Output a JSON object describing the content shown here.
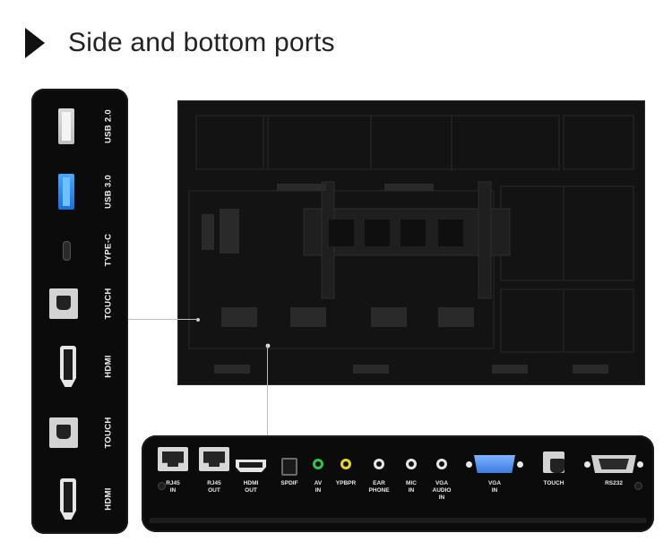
{
  "heading": {
    "title": "Side and bottom ports"
  },
  "side_ports": [
    {
      "label": "USB 2.0",
      "icon": "usb-2-icon"
    },
    {
      "label": "USB 3.0",
      "icon": "usb-3-icon"
    },
    {
      "label": "TYPE-C",
      "icon": "type-c-icon"
    },
    {
      "label": "TOUCH",
      "icon": "usb-b-icon"
    },
    {
      "label": "HDMI",
      "icon": "hdmi-icon"
    },
    {
      "label": "TOUCH",
      "icon": "usb-b-icon"
    },
    {
      "label": "HDMI",
      "icon": "hdmi-icon"
    }
  ],
  "bottom_ports": [
    {
      "label": "RJ45 IN",
      "icon": "rj45-icon"
    },
    {
      "label": "RJ45 OUT",
      "icon": "rj45-icon"
    },
    {
      "label": "HDMI\nOUT",
      "icon": "hdmi-icon"
    },
    {
      "label": "SPDIF",
      "icon": "optical-icon"
    },
    {
      "label": "AV\nIN",
      "icon": "green-jack-icon"
    },
    {
      "label": "YPBPR",
      "icon": "yellow-jack-icon"
    },
    {
      "label": "EAR\nPHONE",
      "icon": "white-jack-icon"
    },
    {
      "label": "MIC\nIN",
      "icon": "white-jack-icon"
    },
    {
      "label": "VGA\nAUDIO IN",
      "icon": "white-jack-icon"
    },
    {
      "label": "VGA\nIN",
      "icon": "vga-icon"
    },
    {
      "label": "TOUCH",
      "icon": "usb-b-icon"
    },
    {
      "label": "RS232",
      "icon": "rs232-icon"
    }
  ],
  "colors": {
    "panel": "#0b0b0b",
    "usb3_blue": "#1b6fd6",
    "av_green": "#3cbf4a",
    "ypbpr_yellow": "#e8d23a",
    "vga_blue": "#3e7be0"
  }
}
